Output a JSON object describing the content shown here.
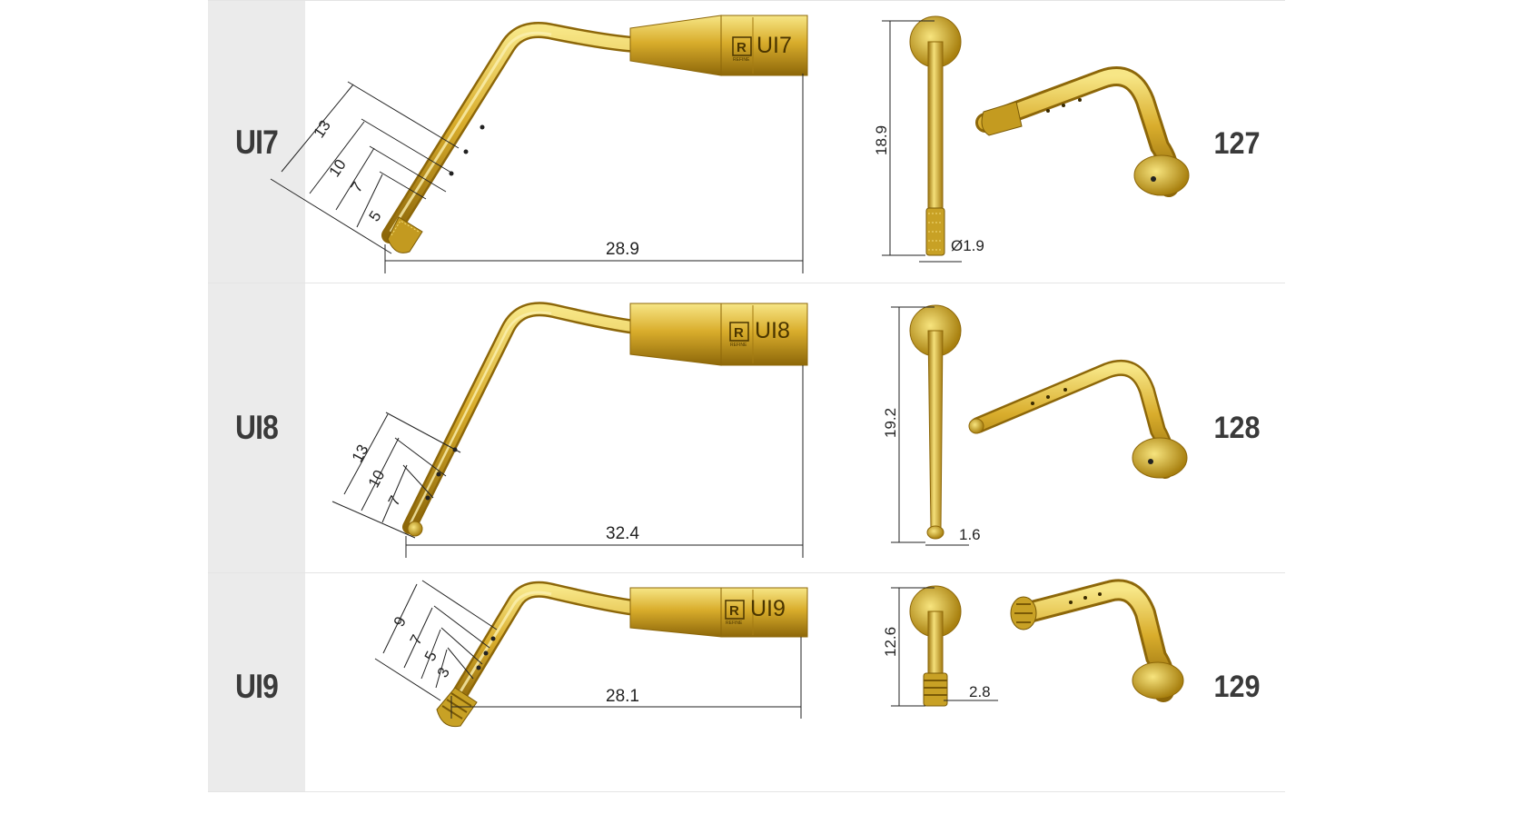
{
  "colors": {
    "gold_light": "#f6e27a",
    "gold_mid": "#d4a828",
    "gold_dark": "#8a6408",
    "label_band": "#ebebeb",
    "separator": "#e4e4e4",
    "label_text": "#3a3a3a",
    "dimension_line": "#222222"
  },
  "brand_mark": "R",
  "brand_text": "REFINE",
  "rows": [
    {
      "model": "UI7",
      "code": "127",
      "etched_model": "UI7",
      "depth_marks": [
        "13",
        "10",
        "7",
        "5"
      ],
      "length": "28.9",
      "height": "18.9",
      "tip_diameter": "Ø1.9",
      "tip_style": "diamond-cylinder",
      "icons": [
        "insert-front-view-icon",
        "insert-perspective-view-icon"
      ]
    },
    {
      "model": "UI8",
      "code": "128",
      "etched_model": "UI8",
      "depth_marks": [
        "13",
        "10",
        "7"
      ],
      "length": "32.4",
      "height": "19.2",
      "tip_diameter": "1.6",
      "tip_style": "ball",
      "icons": [
        "insert-front-view-icon",
        "insert-perspective-view-icon"
      ]
    },
    {
      "model": "UI9",
      "code": "129",
      "etched_model": "UI9",
      "depth_marks": [
        "9",
        "7",
        "5",
        "3"
      ],
      "length": "28.1",
      "height": "12.6",
      "tip_diameter": "2.8",
      "tip_style": "threaded-crown",
      "icons": [
        "insert-front-view-icon",
        "insert-perspective-view-icon"
      ]
    }
  ]
}
